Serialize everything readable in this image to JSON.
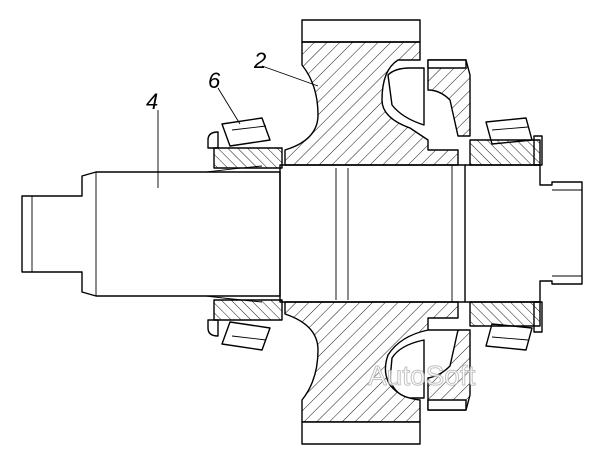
{
  "labels": {
    "part_2": "2",
    "part_4": "4",
    "part_6": "6"
  },
  "watermark": "AutoSoft",
  "colors": {
    "line": "#000000",
    "background": "#ffffff",
    "watermark_outline": "#b8b8b8"
  }
}
